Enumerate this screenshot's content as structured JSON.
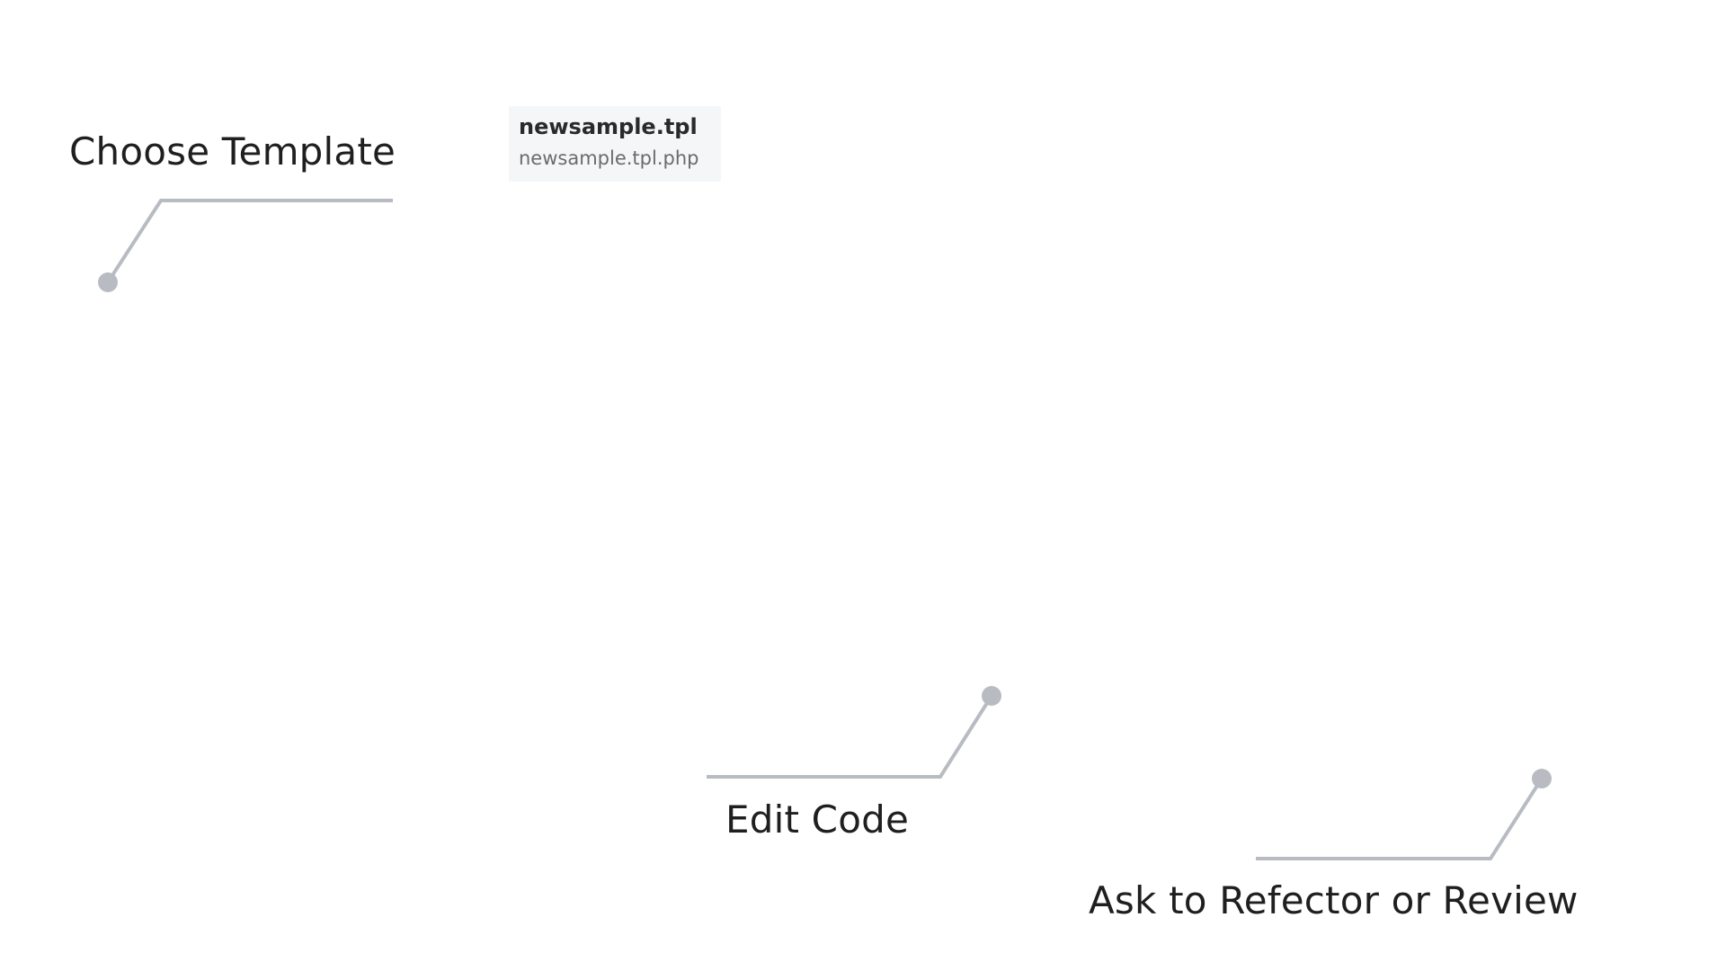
{
  "callouts": {
    "choose_template": "Choose Template",
    "edit_code": "Edit Code",
    "refactor_review": "Ask to Refector or Review"
  },
  "template_item": {
    "title": "newsample.tpl",
    "filename": "newsample.tpl.php"
  },
  "colors": {
    "connector": "#b8bcc2",
    "label_text": "#1f1f1f",
    "chip_background": "#f5f6f7"
  }
}
